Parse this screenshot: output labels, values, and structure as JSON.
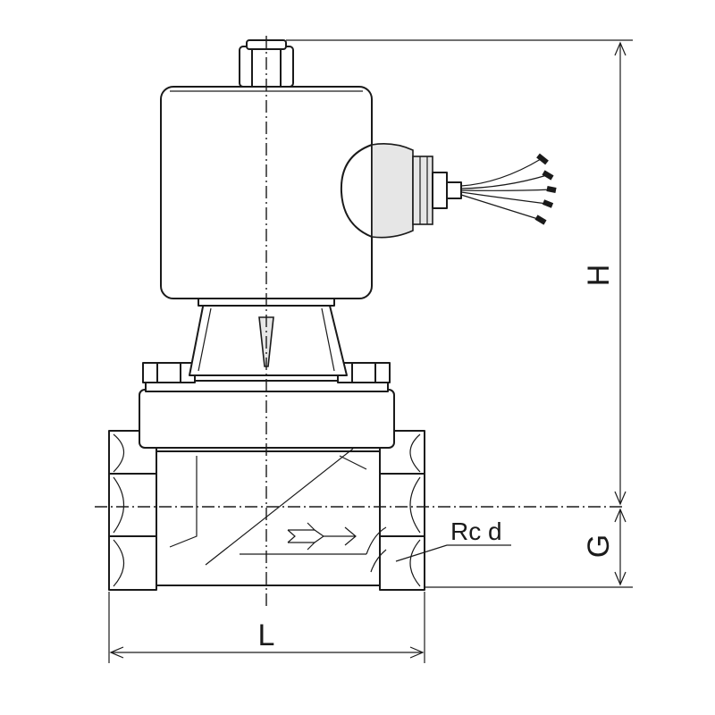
{
  "dimensions": {
    "height_label": "H",
    "gap_label": "G",
    "length_label": "L",
    "port_label": "Rc d"
  }
}
